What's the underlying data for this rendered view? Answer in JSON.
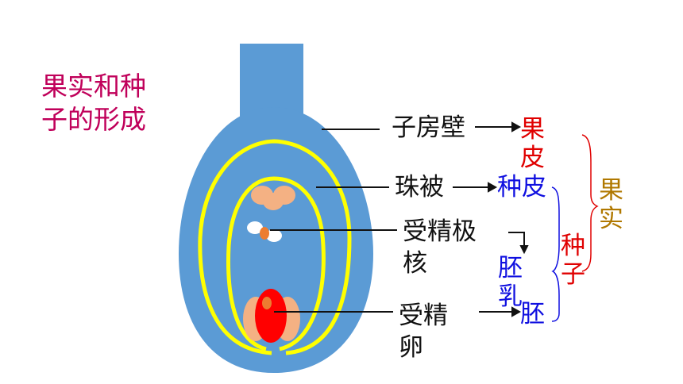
{
  "title": "果实和种子的形成",
  "labels": {
    "ovary_wall": "子房壁",
    "integument": "珠被",
    "fertilized_polar_nuclei": "受精极核",
    "fertilized_egg": "受精卵"
  },
  "results": {
    "pericarp": "果皮",
    "seed_coat": "种皮",
    "endosperm": "胚乳",
    "embryo": "胚",
    "seed": "种子",
    "fruit": "果实"
  },
  "colors": {
    "title": "#c0005a",
    "ovary": "#5b9bd5",
    "integument_ring": "#ffff00",
    "egg": "#ff0000",
    "cells": "#f4b183",
    "pericarp_text": "#e00000",
    "seed_text": "#1010e0",
    "fruit_text": "#b07800"
  }
}
